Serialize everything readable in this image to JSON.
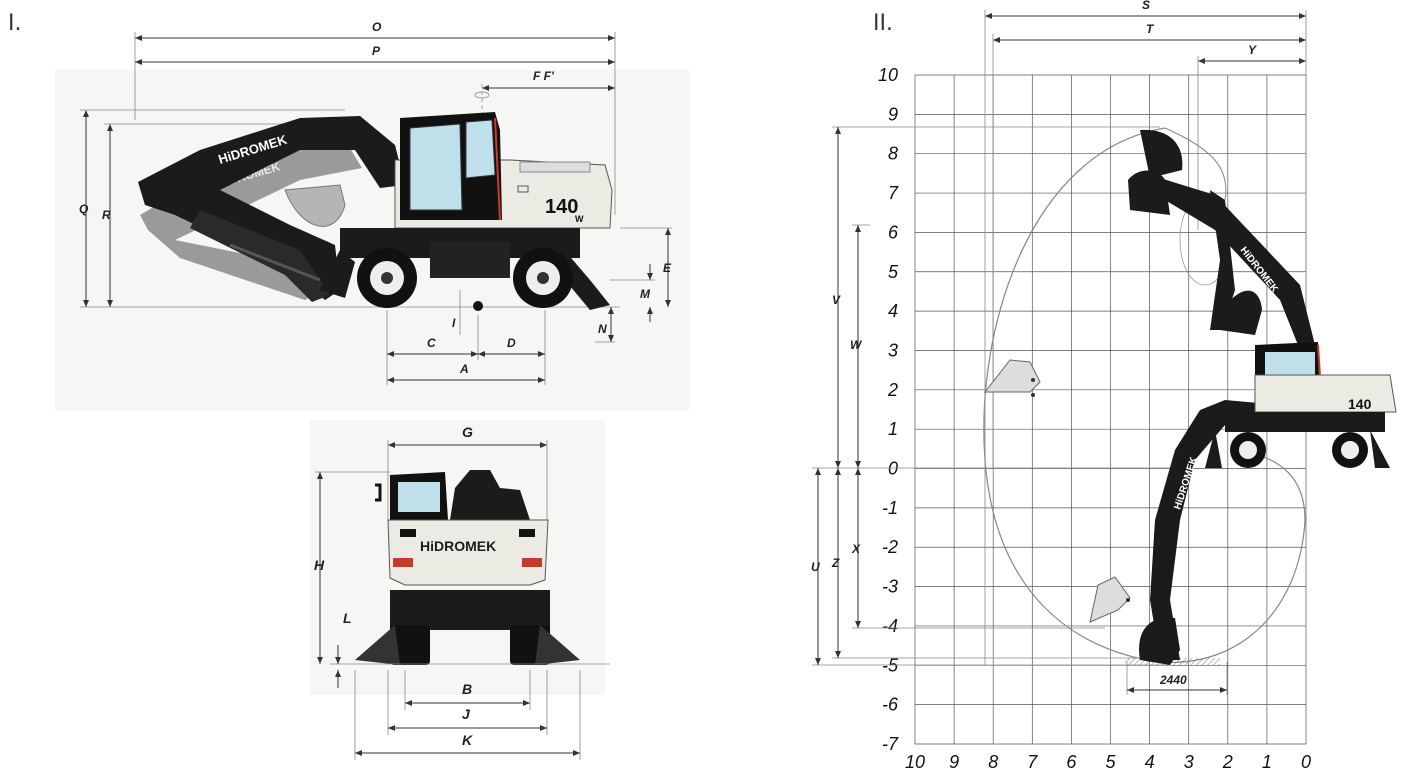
{
  "panels": {
    "side": {
      "roman": "I."
    },
    "reach": {
      "roman": "II."
    }
  },
  "brand": {
    "name": "HiDROMEK",
    "model": "140",
    "model_suffix": "W"
  },
  "side_labels": {
    "O": "O",
    "P": "P",
    "F": "F F'",
    "Q": "Q",
    "R": "R",
    "E": "E",
    "M": "M",
    "N": "N",
    "I": "I",
    "C": "C",
    "D": "D",
    "A": "A"
  },
  "rear_labels": {
    "G": "G",
    "H": "H",
    "L": "L",
    "B": "B",
    "J": "J",
    "K": "K"
  },
  "reach_labels": {
    "S": "S",
    "T": "T",
    "Y": "Y",
    "V": "V",
    "W": "W",
    "U": "U",
    "Z": "Z",
    "X": "X",
    "width_value": "2440"
  },
  "reach_grid": {
    "y_ticks": [
      "10",
      "9",
      "8",
      "7",
      "6",
      "5",
      "4",
      "3",
      "2",
      "1",
      "0",
      "-1",
      "-2",
      "-3",
      "-4",
      "-5",
      "-6",
      "-7"
    ],
    "x_ticks": [
      "10",
      "9",
      "8",
      "7",
      "6",
      "5",
      "4",
      "3",
      "2",
      "1",
      "0"
    ]
  },
  "colors": {
    "machine_dark": "#1b1b1b",
    "machine_body": "#ecebe3",
    "boom_ghost": "#9a9a9a",
    "glass": "#bfe0ea",
    "accent_red": "#c83a2a"
  }
}
